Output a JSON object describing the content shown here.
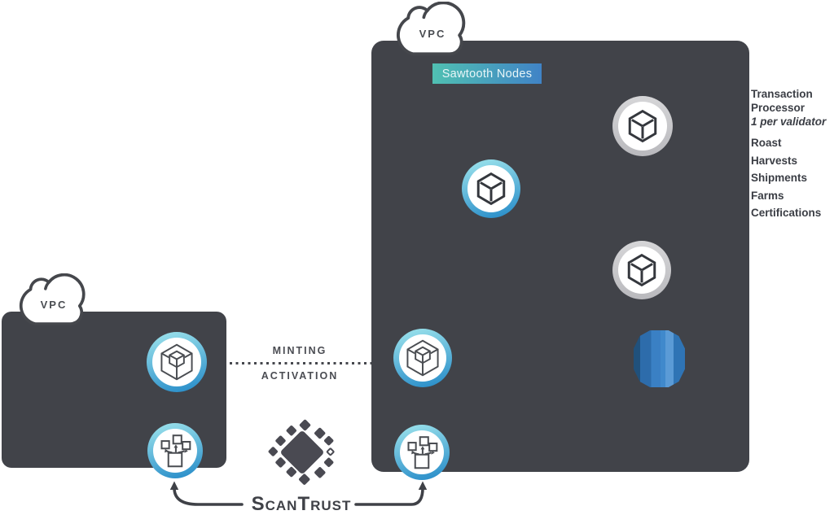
{
  "vpc_left": {
    "label": "VPC"
  },
  "vpc_right": {
    "label": "VPC"
  },
  "sawtooth": {
    "label": "Sawtooth Nodes"
  },
  "legend": {
    "line1": "Transaction",
    "line2": "Processor",
    "line3": "1 per validator",
    "items": [
      "Roast",
      "Harvests",
      "Shipments",
      "Farms",
      "Certifications"
    ]
  },
  "flow": {
    "minting": "MINTING",
    "activation": "ACTIVATION"
  },
  "brand": {
    "name": "ScanTrust"
  },
  "icons": {
    "cloud": "vpc-cloud-icon",
    "cube": "blockchain-cube-icon",
    "nested_cube": "nested-cube-icon",
    "fanout": "fanout-distribution-icon",
    "database": "database-icon"
  },
  "colors": {
    "box_bg": "#414349",
    "ring_blue_top": "#93dce9",
    "ring_blue_bottom": "#2f92cb",
    "ring_gray": "#c9c9cc",
    "badge_gradient_left": "#50c0b2",
    "badge_gradient_right": "#4083c6",
    "db_blue": "#3a80c4",
    "text_dark": "#3f4147"
  }
}
